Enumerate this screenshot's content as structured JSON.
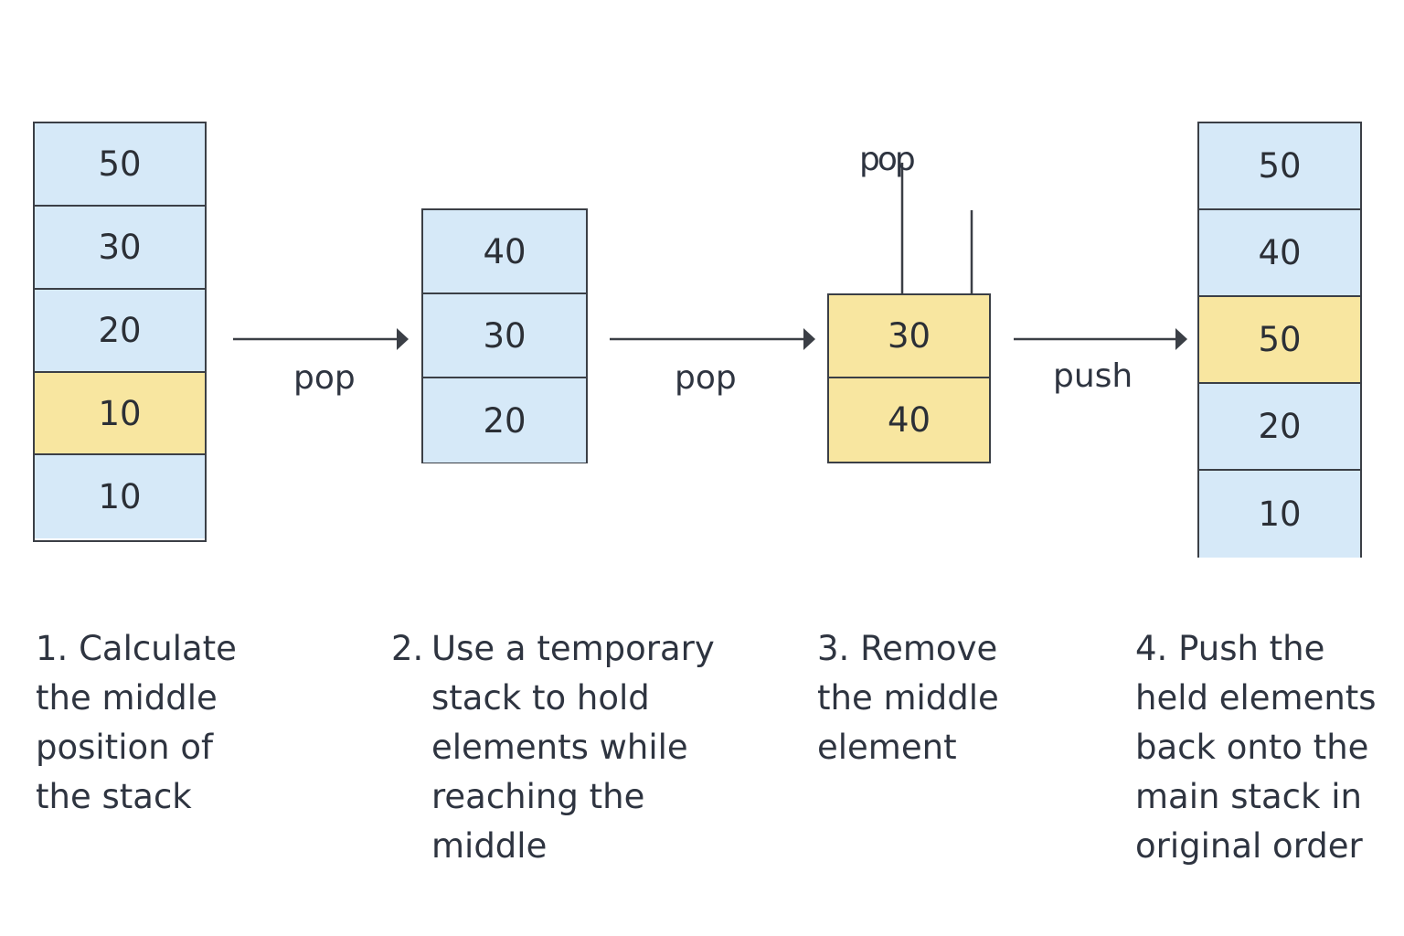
{
  "stacks": [
    {
      "id": "stack-1",
      "cells": [
        {
          "value": "50",
          "highlight": false
        },
        {
          "value": "30",
          "highlight": false
        },
        {
          "value": "20",
          "highlight": false
        },
        {
          "value": "10",
          "highlight": true
        },
        {
          "value": "10",
          "highlight": false
        }
      ]
    },
    {
      "id": "stack-2",
      "cells": [
        {
          "value": "40",
          "highlight": false
        },
        {
          "value": "30",
          "highlight": false
        },
        {
          "value": "20",
          "highlight": false
        }
      ]
    },
    {
      "id": "stack-3",
      "cells": [
        {
          "value": "30",
          "highlight": true
        },
        {
          "value": "40",
          "highlight": true
        }
      ]
    },
    {
      "id": "stack-4",
      "cells": [
        {
          "value": "50",
          "highlight": false
        },
        {
          "value": "40",
          "highlight": false
        },
        {
          "value": "50",
          "highlight": true
        },
        {
          "value": "20",
          "highlight": false
        },
        {
          "value": "10",
          "highlight": false
        }
      ]
    }
  ],
  "operations": {
    "op1": "pop",
    "op2": "pop",
    "op3": "push",
    "overlapping_label": "pop"
  },
  "captions": {
    "step1": {
      "number": "1.",
      "lines": [
        "Calculate",
        "the middle",
        "position of",
        "the stack"
      ]
    },
    "step2": {
      "number": "2.",
      "lines": [
        "Use a temporary",
        "stack to hold",
        "elements while",
        "reaching the",
        "middle"
      ]
    },
    "step3": {
      "number": "3.",
      "lines": [
        "Remove",
        "the middle",
        "element"
      ]
    },
    "step4": {
      "number": "4.",
      "lines": [
        "Push the",
        "held elements",
        "back onto the",
        "main stack in",
        "original order"
      ]
    }
  },
  "colors": {
    "cell_default": "#d6e9f8",
    "cell_highlight": "#f8e6a0",
    "stroke": "#3b3f46"
  }
}
